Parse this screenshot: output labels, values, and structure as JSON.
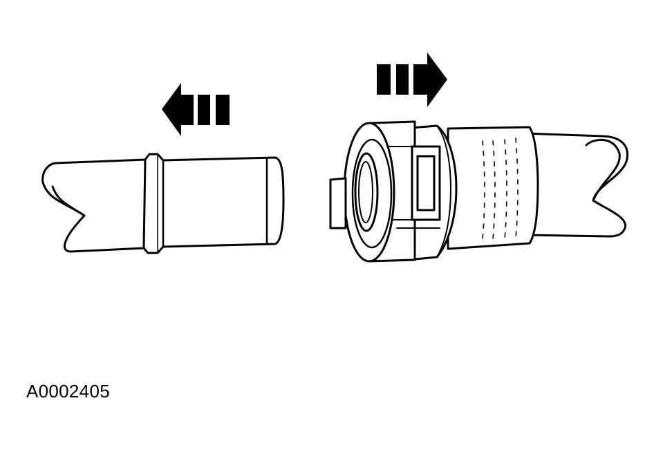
{
  "figure": {
    "id_label": "A0002405",
    "stroke_color": "#000000",
    "fill_color": "#ffffff",
    "left_arrow_direction": "left",
    "right_arrow_direction": "right"
  }
}
